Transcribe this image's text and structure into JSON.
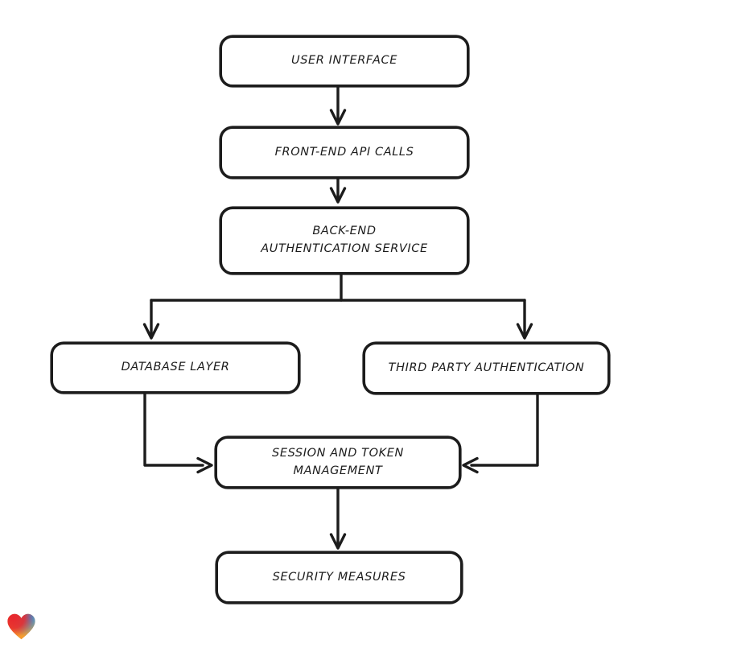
{
  "diagram": {
    "nodes": [
      {
        "id": "user-interface",
        "label": "USER INTERFACE"
      },
      {
        "id": "front-end-api-calls",
        "label": "FRONT-END API CALLS"
      },
      {
        "id": "back-end-authentication-service",
        "label": "BACK-END AUTHENTICATION SERVICE"
      },
      {
        "id": "database-layer",
        "label": "DATABASE LAYER"
      },
      {
        "id": "third-party-authentication",
        "label": "THIRD PARTY AUTHENTICATION"
      },
      {
        "id": "session-and-token-management",
        "label": "SESSION AND TOKEN MANAGEMENT"
      },
      {
        "id": "security-measures",
        "label": "SECURITY MEASURES"
      }
    ],
    "edges": [
      {
        "from": "user-interface",
        "to": "front-end-api-calls"
      },
      {
        "from": "front-end-api-calls",
        "to": "back-end-authentication-service"
      },
      {
        "from": "back-end-authentication-service",
        "to": "database-layer"
      },
      {
        "from": "back-end-authentication-service",
        "to": "third-party-authentication"
      },
      {
        "from": "database-layer",
        "to": "session-and-token-management"
      },
      {
        "from": "third-party-authentication",
        "to": "session-and-token-management"
      },
      {
        "from": "session-and-token-management",
        "to": "security-measures"
      }
    ],
    "style": {
      "stroke_color": "#1c1c1c",
      "node_fill": "#ffffff",
      "background": "#ffffff"
    }
  },
  "footer": {
    "logo_icon": "heart-gradient-icon",
    "logo_colors": {
      "red": "#e8262d",
      "blue": "#2e8fe0",
      "orange": "#f59c2f"
    }
  }
}
